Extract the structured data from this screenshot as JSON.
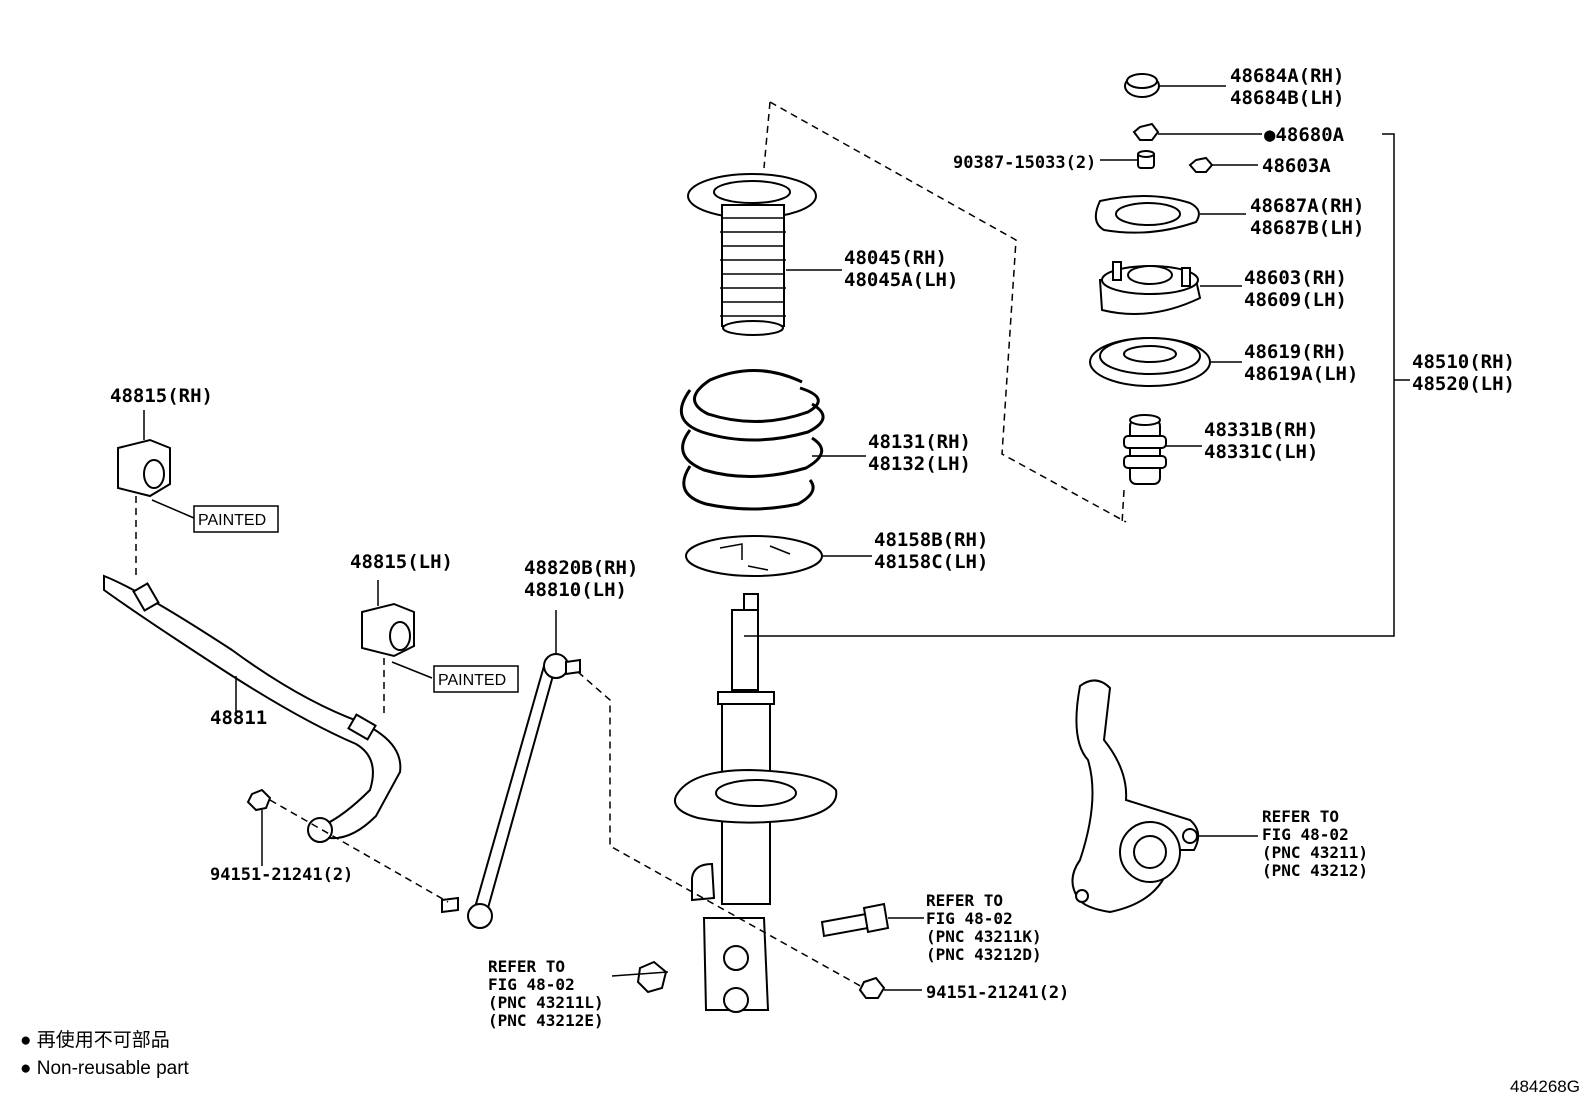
{
  "labels": {
    "cap_rh": "48684A(RH)",
    "cap_lh": "48684B(LH)",
    "nut_top": "●48680A",
    "washer": "90387-15033(2)",
    "nut_mount": "48603A",
    "plate_rh": "48687A(RH)",
    "plate_lh": "48687B(LH)",
    "support_rh": "48603(RH)",
    "support_lh": "48609(LH)",
    "seat_upper_rh": "48619(RH)",
    "seat_upper_lh": "48619A(LH)",
    "assy_rh": "48510(RH)",
    "assy_lh": "48520(LH)",
    "bumper_rh": "48331B(RH)",
    "bumper_lh": "48331C(LH)",
    "boot_rh": "48045(RH)",
    "boot_lh": "48045A(LH)",
    "spring_rh": "48131(RH)",
    "spring_lh": "48132(LH)",
    "insulator_rh": "48158B(RH)",
    "insulator_lh": "48158C(LH)",
    "bushing_rh": "48815(RH)",
    "bushing_lh": "48815(LH)",
    "painted_1": "PAINTED",
    "painted_2": "PAINTED",
    "stab_bar": "48811",
    "link_rh": "48820B(RH)",
    "link_lh": "48810(LH)",
    "nut_stab": "94151-21241(2)",
    "nut_strut": "94151-21241(2)"
  },
  "refs": {
    "knuckle": [
      "REFER TO",
      "FIG 48-02",
      "(PNC 43211)",
      "(PNC 43212)"
    ],
    "bolt": [
      "REFER TO",
      "FIG 48-02",
      "(PNC 43211K)",
      "(PNC 43212D)"
    ],
    "nut": [
      "REFER TO",
      "FIG 48-02",
      "(PNC 43211L)",
      "(PNC 43212E)"
    ]
  },
  "legend": {
    "jp": "● 再使用不可部品",
    "en": "● Non-reusable part"
  },
  "figure_id": "484268G"
}
